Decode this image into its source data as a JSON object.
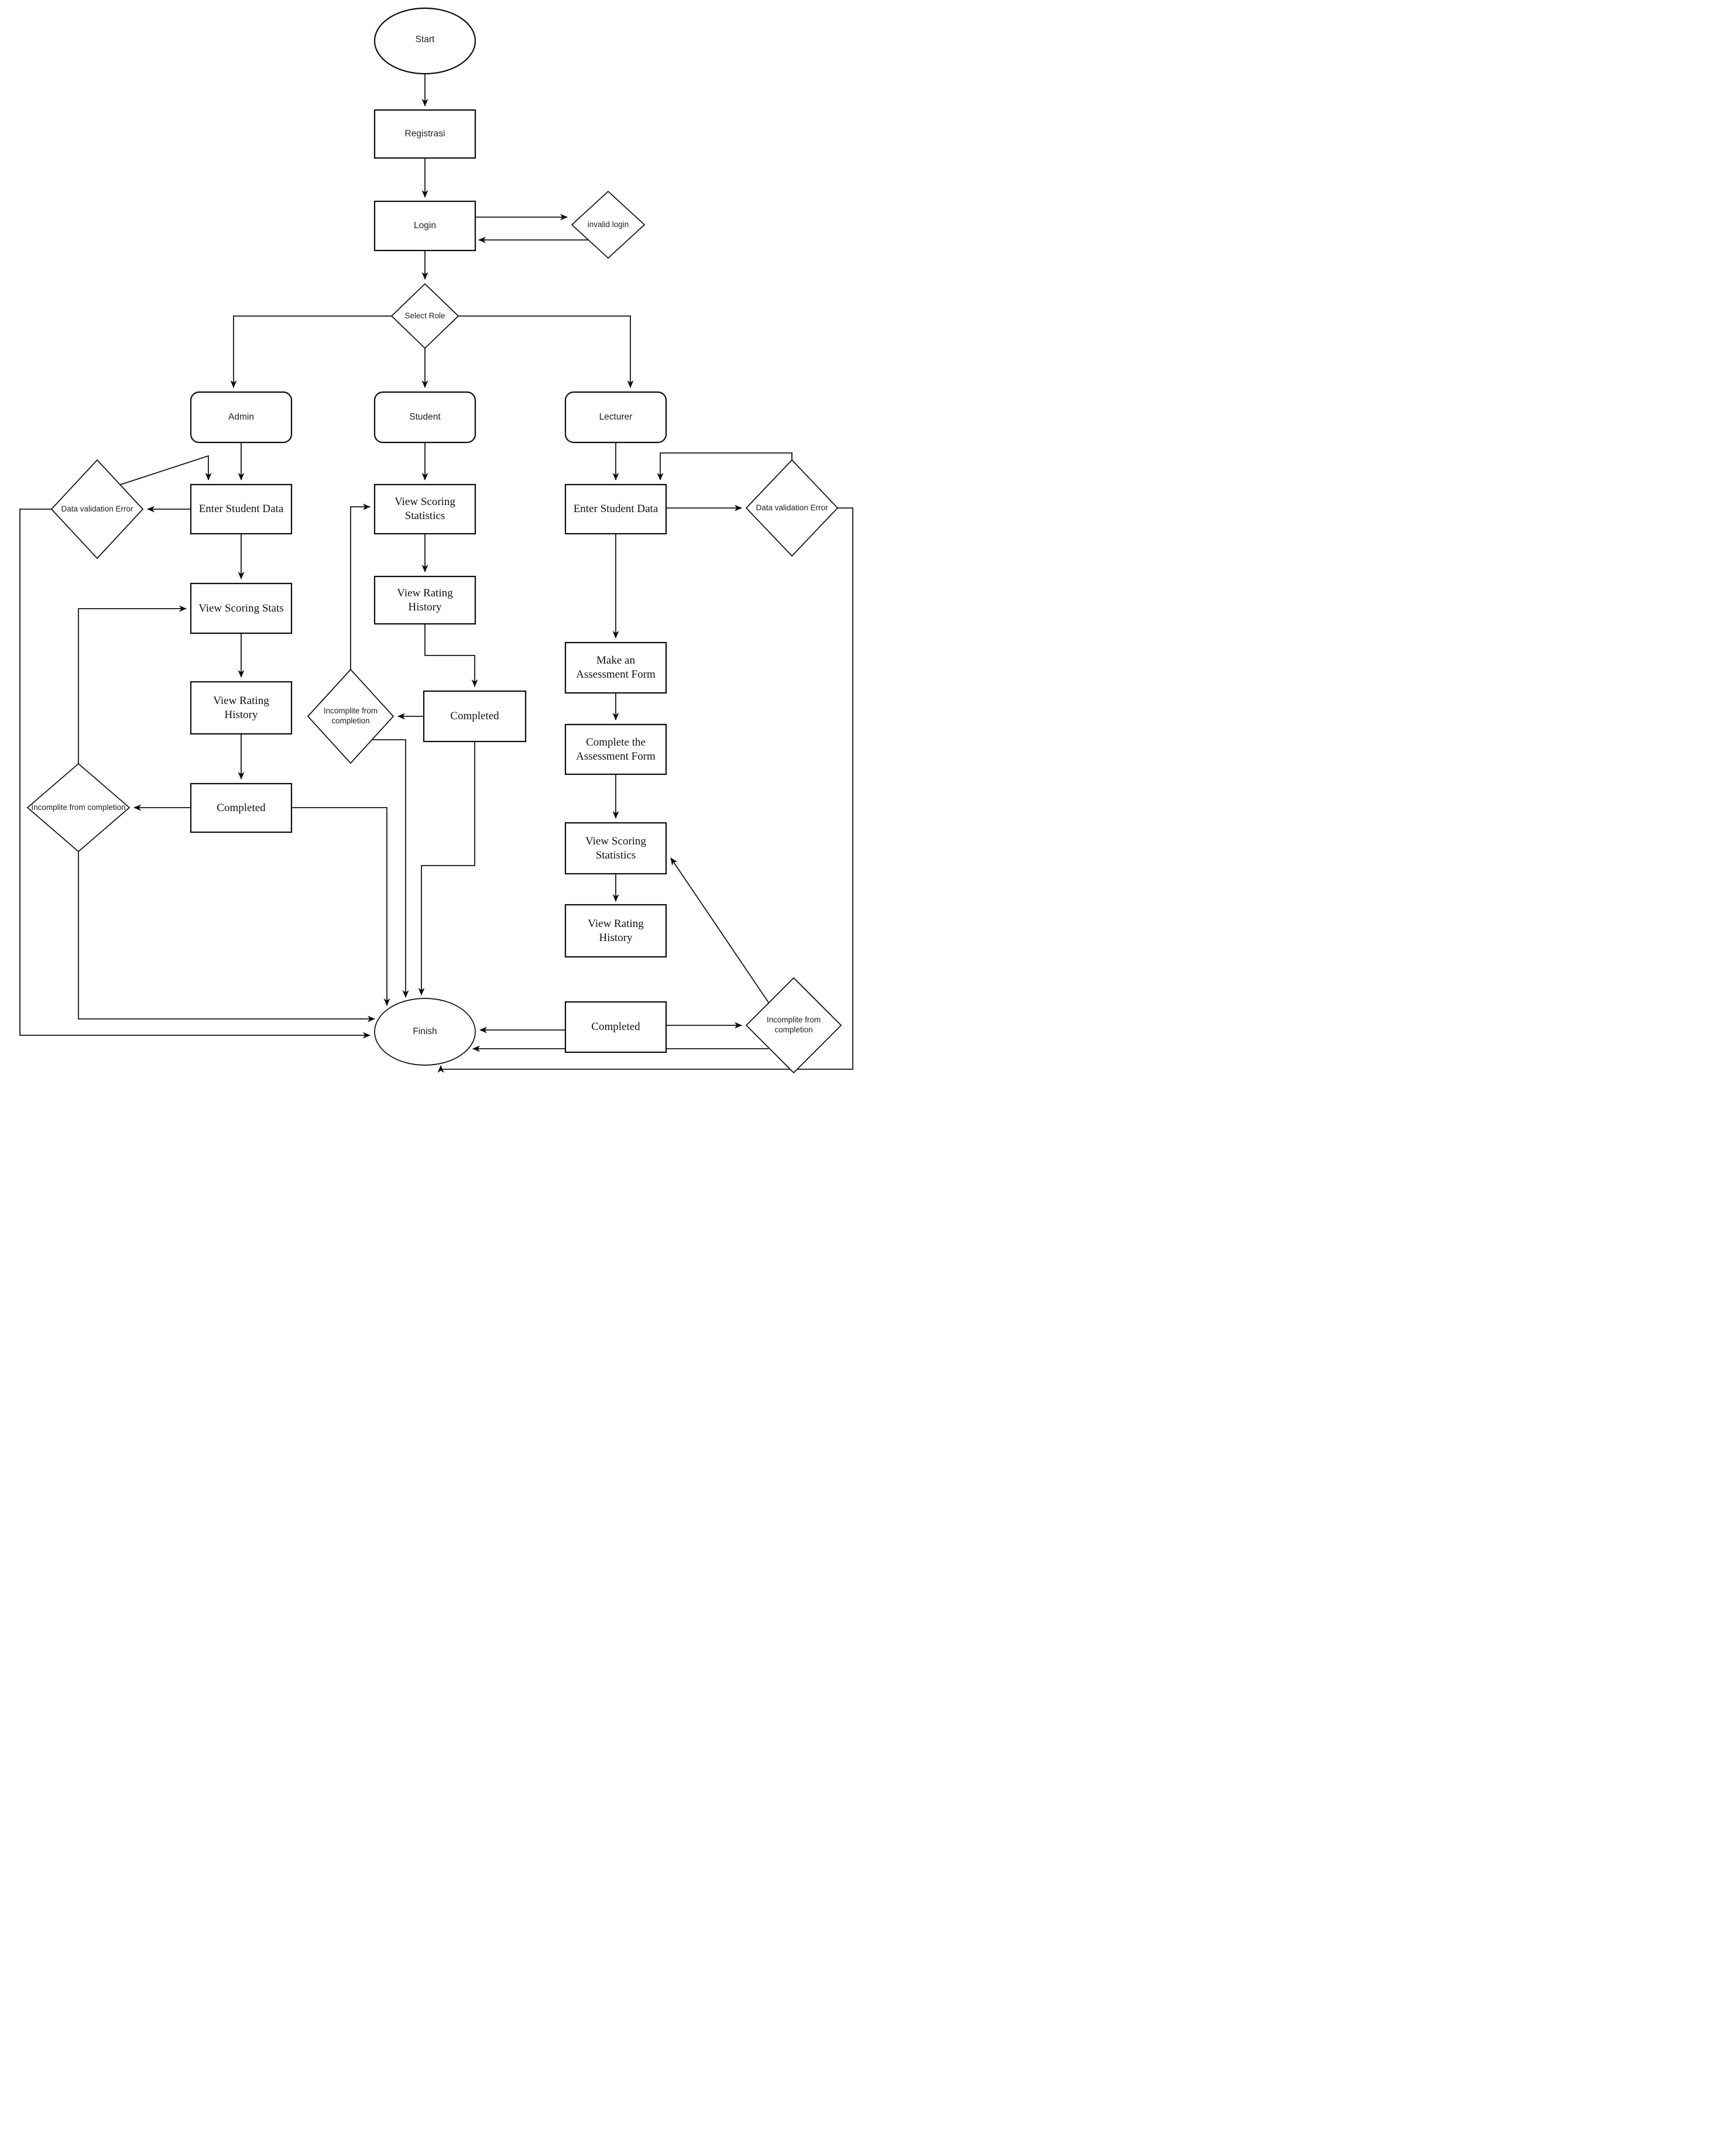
{
  "diagram": {
    "type": "flowchart",
    "colors": {
      "line": "#161616",
      "shape_border": "#0d0d0d",
      "background": "#ffffff",
      "text": "#1a1a1a"
    }
  },
  "nodes": {
    "start": {
      "label": "Start",
      "shape": "ellipse"
    },
    "registrasi": {
      "label": "Registrasi",
      "shape": "rect"
    },
    "login": {
      "label": "Login",
      "shape": "rect"
    },
    "invalid_login": {
      "label": "invalid login",
      "shape": "diamond"
    },
    "select_role": {
      "label": "Select Role",
      "shape": "diamond"
    },
    "admin": {
      "label": "Admin",
      "shape": "rounded"
    },
    "student": {
      "label": "Student",
      "shape": "rounded"
    },
    "lecturer": {
      "label": "Lecturer",
      "shape": "rounded"
    },
    "admin_enter_student_data": {
      "label": "Enter Student Data",
      "shape": "rect"
    },
    "admin_data_validation_error": {
      "label": "Data validation Error",
      "shape": "diamond"
    },
    "admin_view_scoring_stats": {
      "label": "View Scoring Stats",
      "shape": "rect"
    },
    "admin_view_rating_history": {
      "label": "View Rating History",
      "shape": "rect"
    },
    "admin_completed": {
      "label": "Completed",
      "shape": "rect"
    },
    "admin_incomplite": {
      "label": "Incomplite from completion",
      "shape": "diamond"
    },
    "student_view_scoring_statistics": {
      "label": "View Scoring Statistics",
      "shape": "rect"
    },
    "student_view_rating_history": {
      "label": "View Rating History",
      "shape": "rect"
    },
    "student_completed": {
      "label": "Completed",
      "shape": "rect"
    },
    "student_incomplite": {
      "label": "Incomplite from completion",
      "shape": "diamond"
    },
    "lecturer_enter_student_data": {
      "label": "Enter Student Data",
      "shape": "rect"
    },
    "lecturer_data_validation_error": {
      "label": "Data validation Error",
      "shape": "diamond"
    },
    "make_assessment_form": {
      "label": "Make an Assessment Form",
      "shape": "rect"
    },
    "complete_assessment_form": {
      "label": "Complete the Assessment Form",
      "shape": "rect"
    },
    "lecturer_view_scoring_statistics": {
      "label": "View Scoring Statistics",
      "shape": "rect"
    },
    "lecturer_view_rating_history": {
      "label": "View Rating History",
      "shape": "rect"
    },
    "lecturer_completed": {
      "label": "Completed",
      "shape": "rect"
    },
    "lecturer_incomplite": {
      "label": "Incomplite from completion",
      "shape": "diamond"
    },
    "finish": {
      "label": "Finish",
      "shape": "ellipse"
    }
  },
  "edges": [
    {
      "from": "start",
      "to": "registrasi"
    },
    {
      "from": "registrasi",
      "to": "login"
    },
    {
      "from": "login",
      "to": "invalid_login"
    },
    {
      "from": "invalid_login",
      "to": "login"
    },
    {
      "from": "login",
      "to": "select_role"
    },
    {
      "from": "select_role",
      "to": "admin"
    },
    {
      "from": "select_role",
      "to": "student"
    },
    {
      "from": "select_role",
      "to": "lecturer"
    },
    {
      "from": "admin",
      "to": "admin_enter_student_data"
    },
    {
      "from": "admin_enter_student_data",
      "to": "admin_data_validation_error"
    },
    {
      "from": "admin_data_validation_error",
      "to": "admin_enter_student_data"
    },
    {
      "from": "admin_data_validation_error",
      "to": "finish"
    },
    {
      "from": "admin_enter_student_data",
      "to": "admin_view_scoring_stats"
    },
    {
      "from": "admin_incomplite",
      "to": "admin_view_scoring_stats"
    },
    {
      "from": "admin_view_scoring_stats",
      "to": "admin_view_rating_history"
    },
    {
      "from": "admin_view_rating_history",
      "to": "admin_completed"
    },
    {
      "from": "admin_completed",
      "to": "admin_incomplite"
    },
    {
      "from": "admin_completed",
      "to": "finish"
    },
    {
      "from": "admin_incomplite",
      "to": "finish"
    },
    {
      "from": "student",
      "to": "student_view_scoring_statistics"
    },
    {
      "from": "student_view_scoring_statistics",
      "to": "student_view_rating_history"
    },
    {
      "from": "student_view_rating_history",
      "to": "student_completed"
    },
    {
      "from": "student_completed",
      "to": "student_incomplite"
    },
    {
      "from": "student_incomplite",
      "to": "student_view_scoring_statistics"
    },
    {
      "from": "student_incomplite",
      "to": "finish"
    },
    {
      "from": "student_completed",
      "to": "finish"
    },
    {
      "from": "lecturer",
      "to": "lecturer_enter_student_data"
    },
    {
      "from": "lecturer_enter_student_data",
      "to": "lecturer_data_validation_error"
    },
    {
      "from": "lecturer_data_validation_error",
      "to": "lecturer_enter_student_data"
    },
    {
      "from": "lecturer_data_validation_error",
      "to": "finish"
    },
    {
      "from": "lecturer_enter_student_data",
      "to": "make_assessment_form"
    },
    {
      "from": "make_assessment_form",
      "to": "complete_assessment_form"
    },
    {
      "from": "complete_assessment_form",
      "to": "lecturer_view_scoring_statistics"
    },
    {
      "from": "lecturer_view_scoring_statistics",
      "to": "lecturer_view_rating_history"
    },
    {
      "from": "lecturer_completed",
      "to": "lecturer_incomplite"
    },
    {
      "from": "lecturer_incomplite",
      "to": "lecturer_view_scoring_statistics"
    },
    {
      "from": "lecturer_incomplite",
      "to": "finish"
    },
    {
      "from": "lecturer_completed",
      "to": "finish"
    }
  ]
}
